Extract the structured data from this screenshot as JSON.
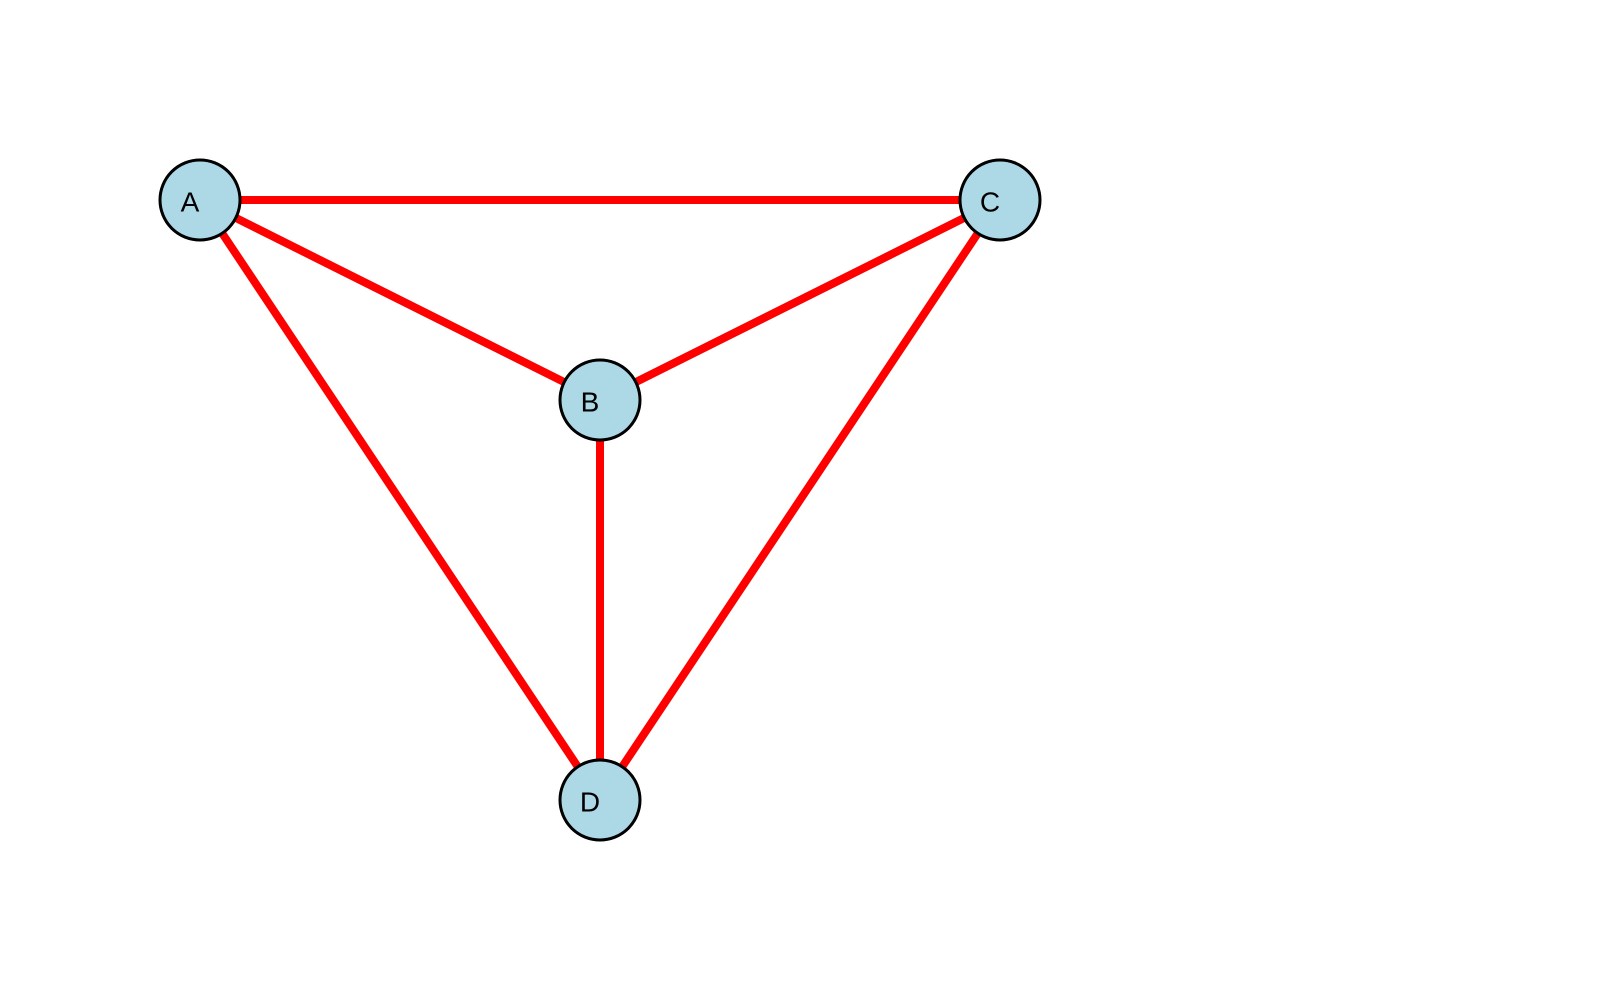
{
  "graph": {
    "nodes": [
      {
        "id": "A",
        "label": "A"
      },
      {
        "id": "B",
        "label": "B"
      },
      {
        "id": "C",
        "label": "C"
      },
      {
        "id": "D",
        "label": "D"
      }
    ],
    "edges": [
      {
        "from": "A",
        "to": "C"
      },
      {
        "from": "A",
        "to": "B"
      },
      {
        "from": "B",
        "to": "C"
      },
      {
        "from": "A",
        "to": "D"
      },
      {
        "from": "B",
        "to": "D"
      },
      {
        "from": "C",
        "to": "D"
      }
    ],
    "colors": {
      "edge": "#ff0000",
      "node_fill": "#add8e6",
      "node_stroke": "#000000",
      "label": "#000000"
    }
  }
}
